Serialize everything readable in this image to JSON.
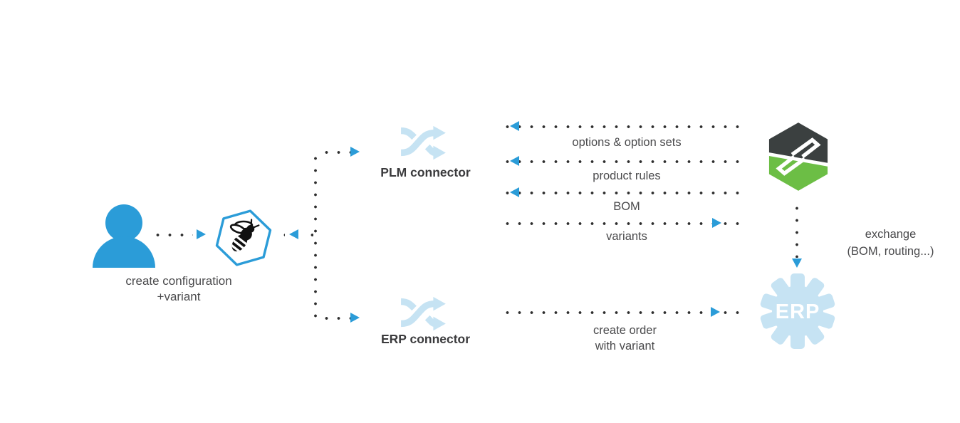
{
  "colors": {
    "accent": "#2b9cd8",
    "lightblue": "#c6e3f3",
    "green": "#6cbe45",
    "dark": "#3b4040",
    "dot": "#2e2e2e",
    "text": "#4a4a4c",
    "textbold": "#3a3a3c"
  },
  "user": {
    "label_line1": "create configuration",
    "label_line2": "+variant"
  },
  "hub": {
    "icon": "bee-hexagon-icon"
  },
  "plm_connector": {
    "label": "PLM connector",
    "icon": "shuffle-icon"
  },
  "erp_connector": {
    "label": "ERP connector",
    "icon": "shuffle-icon"
  },
  "plm_flows": [
    {
      "label": "options & option sets",
      "direction": "to-plm-connector"
    },
    {
      "label": "product rules",
      "direction": "to-plm-connector"
    },
    {
      "label": "BOM",
      "direction": "to-plm-connector"
    },
    {
      "label": "variants",
      "direction": "to-plm-system"
    }
  ],
  "erp_flow": {
    "label_line1": "create order",
    "label_line2": "with variant",
    "direction": "to-erp-system"
  },
  "exchange": {
    "label_line1": "exchange",
    "label_line2": "(BOM, routing...)"
  },
  "erp_system": {
    "label": "ERP"
  }
}
